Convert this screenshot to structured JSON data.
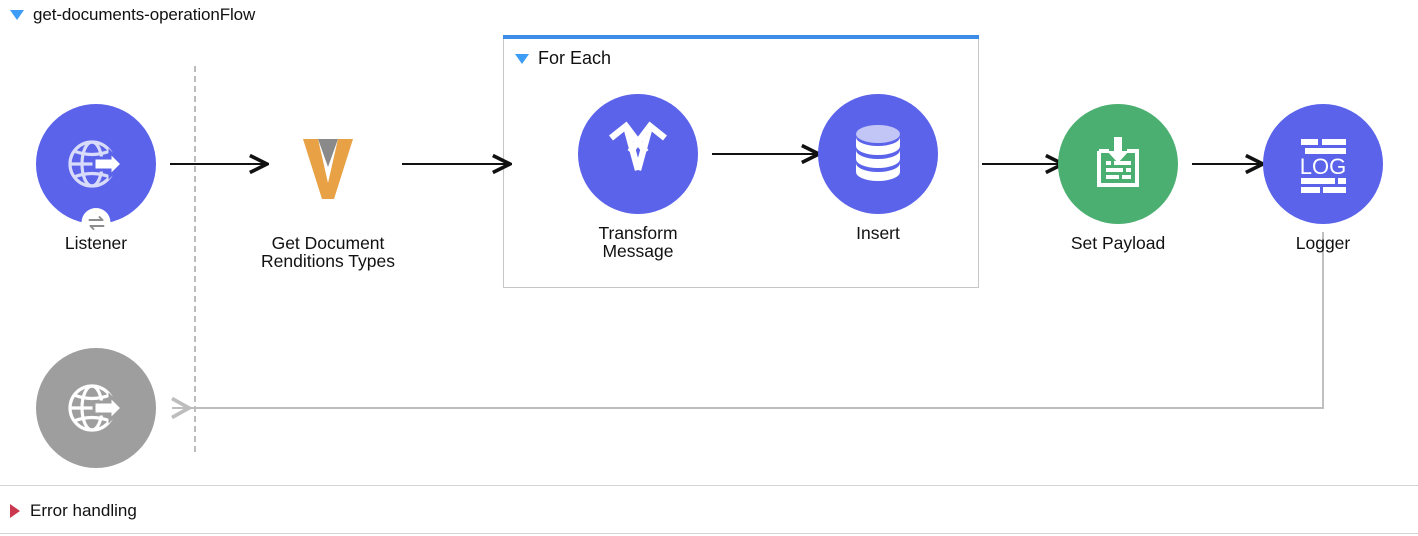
{
  "flow": {
    "title": "get-documents-operationFlow",
    "collapse_icon": "triangle-down-icon",
    "accent_color": "#3d9cf5"
  },
  "scope": {
    "title": "For Each",
    "collapse_icon": "triangle-down-icon",
    "top_bar_color": "#3d8ce8",
    "border_color": "#c6c6c6"
  },
  "nodes": [
    {
      "id": "listener",
      "label": "Listener",
      "icon": "globe-arrow-icon",
      "badge_icon": "exchange-arrows-icon",
      "color": "#5a63ea"
    },
    {
      "id": "get-document-renditions-types",
      "label": "Get Document\nRenditions Types",
      "icon": "veeva-v-icon",
      "color": "#e8a144"
    },
    {
      "id": "transform-message",
      "label": "Transform\nMessage",
      "icon": "dataweave-icon",
      "color": "#5a63ea"
    },
    {
      "id": "insert",
      "label": "Insert",
      "icon": "database-icon",
      "color": "#5a63ea"
    },
    {
      "id": "set-payload",
      "label": "Set Payload",
      "icon": "set-payload-icon",
      "color": "#4caf72"
    },
    {
      "id": "logger",
      "label": "Logger",
      "icon": "log-icon",
      "color": "#5a63ea"
    },
    {
      "id": "response",
      "label": "",
      "icon": "globe-arrow-icon",
      "color": "#9e9e9e"
    }
  ],
  "connectors": {
    "forward_color": "#111111",
    "return_color": "#bdbdbd"
  },
  "error_handling": {
    "title": "Error handling",
    "expand_icon": "triangle-right-icon",
    "accent_color": "#c9384f"
  },
  "icon_text": {
    "log": "LOG"
  }
}
